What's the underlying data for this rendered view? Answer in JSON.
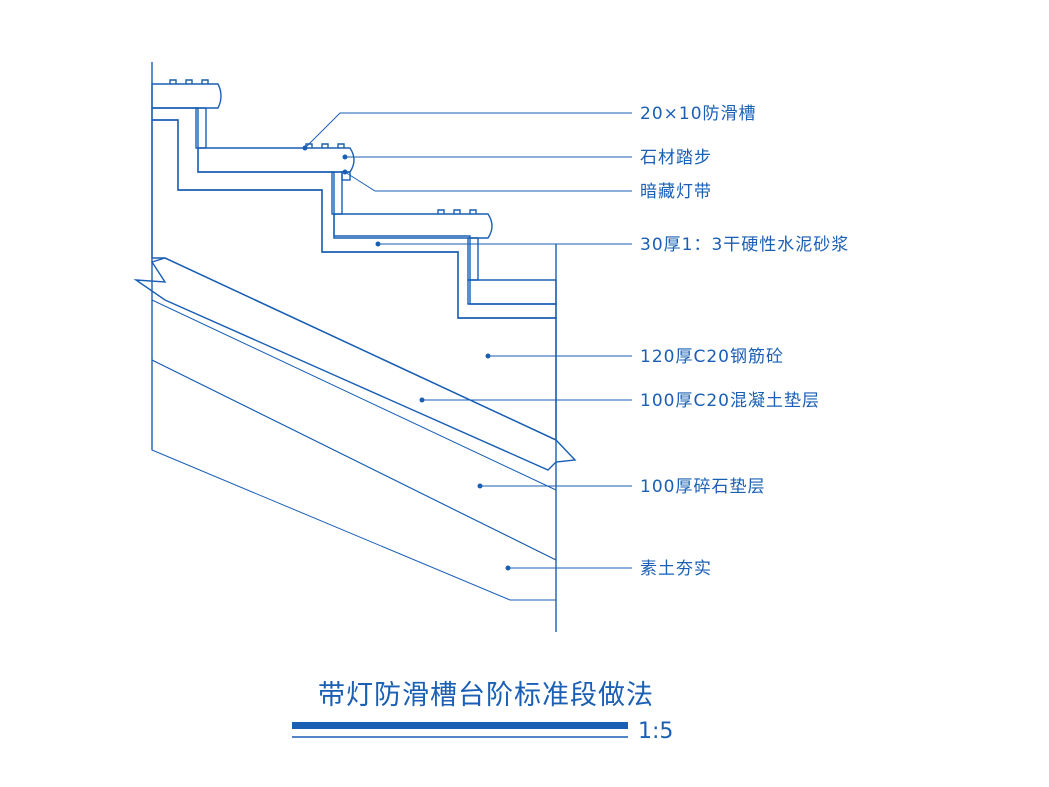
{
  "title": "带灯防滑槽台阶标准段做法",
  "scale": "1:5",
  "labels": [
    "20×10防滑槽",
    "石材踏步",
    "暗藏灯带",
    "30厚1：3干硬性水泥砂浆",
    "120厚C20钢筋砼",
    "100厚C20混凝土垫层",
    "100厚碎石垫层",
    "素土夯实"
  ],
  "colors": {
    "line": "#1a5fb4",
    "title_bar": "#1a5fb4",
    "background": "#ffffff"
  }
}
